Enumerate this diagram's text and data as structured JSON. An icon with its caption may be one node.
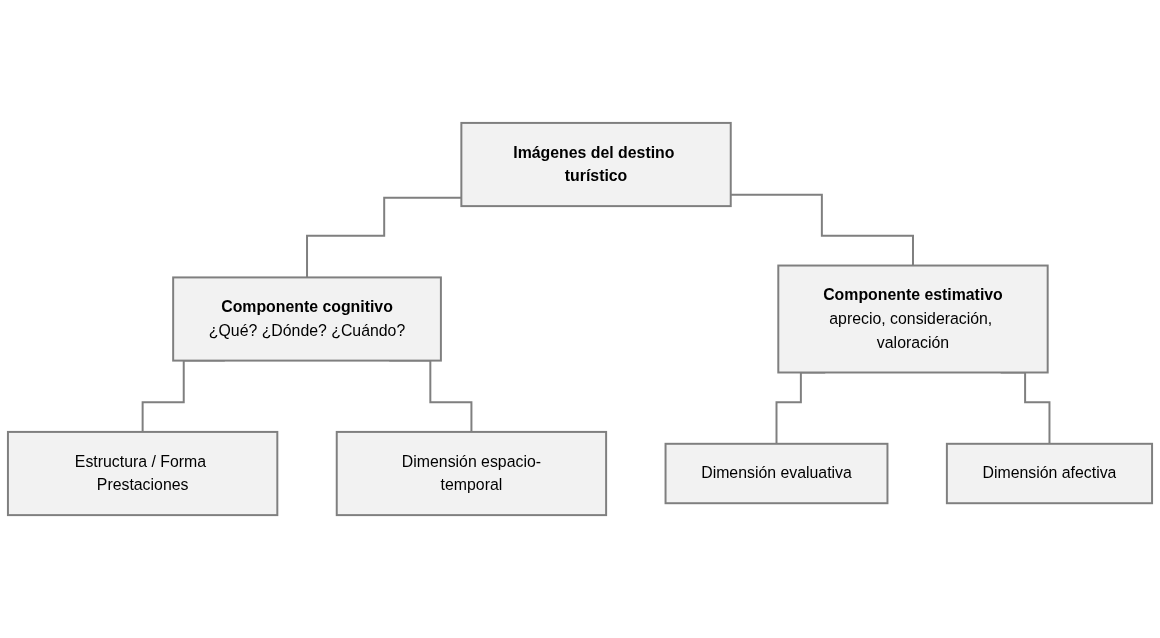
{
  "diagram": {
    "nodes": [
      {
        "text": [
          "Imágenes del destino turístico"
        ]
      },
      {
        "text": [
          "Componente cognitivo",
          "¿Qué?  ¿Dónde?  ¿Cuándo?"
        ]
      },
      {
        "text": [
          "Componente estimativo",
          "aprecio, consideración, valoración"
        ]
      },
      {
        "text": [
          "Estructura / Forma Prestaciones"
        ]
      },
      {
        "text": [
          "Dimensión espacio-temporal"
        ]
      },
      {
        "text": [
          "Dimensión evaluativa"
        ]
      },
      {
        "text": [
          "Dimensión afectiva"
        ]
      }
    ],
    "edges": [
      {
        "from": 0,
        "to": 1,
        "arrow": "none"
      },
      {
        "from": 0,
        "to": 2,
        "arrow": "none"
      },
      {
        "from": 1,
        "to": 3,
        "arrow": "none"
      },
      {
        "from": 1,
        "to": 4,
        "arrow": "none"
      },
      {
        "from": 2,
        "to": 5,
        "arrow": "none"
      },
      {
        "from": 2,
        "to": 6,
        "arrow": "none"
      }
    ]
  }
}
